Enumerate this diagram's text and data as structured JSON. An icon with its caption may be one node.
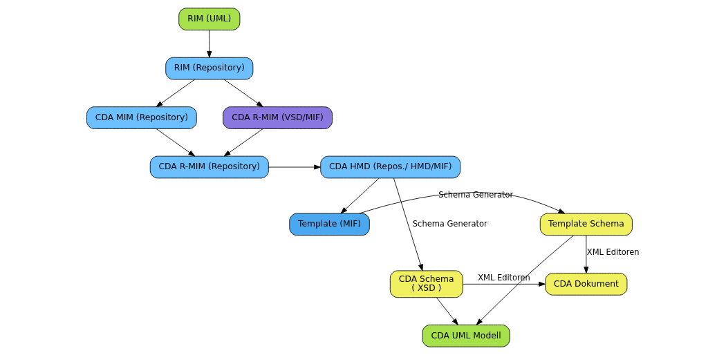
{
  "diagram": {
    "nodes": [
      {
        "text": [
          "RIM (UML)"
        ]
      },
      {
        "text": [
          "RIM (Repository)"
        ]
      },
      {
        "text": [
          "CDA MIM (Repository)"
        ]
      },
      {
        "text": [
          "CDA R-MIM (VSD/MIF)"
        ]
      },
      {
        "text": [
          "CDA R-MIM (Repository)"
        ]
      },
      {
        "text": [
          "CDA HMD (Repos./ HMD/MIF)"
        ]
      },
      {
        "text": [
          "Template (MIF)"
        ]
      },
      {
        "text": [
          "Template Schema"
        ]
      },
      {
        "text": [
          "CDA UML Modell"
        ]
      },
      {
        "text": [
          "CDA Schema",
          "( XSD )"
        ]
      },
      {
        "text": [
          "CDA Dokument"
        ]
      }
    ],
    "edges": [
      {
        "from": 0,
        "to": 1,
        "arrow": "to"
      },
      {
        "from": 1,
        "to": 2,
        "arrow": "to"
      },
      {
        "from": 1,
        "to": 3,
        "arrow": "to"
      },
      {
        "from": 2,
        "to": 4,
        "arrow": "to"
      },
      {
        "from": 3,
        "to": 4,
        "arrow": "to"
      },
      {
        "from": 4,
        "to": 5,
        "arrow": "to"
      },
      {
        "from": 5,
        "to": 6,
        "arrow": "to"
      },
      {
        "from": 6,
        "to": 7,
        "arrow": "to",
        "label": "Schema Generator"
      },
      {
        "from": 5,
        "to": 9,
        "arrow": "to",
        "label": "Schema Generator"
      },
      {
        "from": 7,
        "to": 8,
        "arrow": "to"
      },
      {
        "from": 9,
        "to": 8,
        "arrow": "to"
      },
      {
        "from": 7,
        "to": 10,
        "arrow": "to",
        "label": "XML Editoren"
      },
      {
        "from": 9,
        "to": 10,
        "arrow": "to",
        "label": "XML Editoren"
      }
    ]
  }
}
